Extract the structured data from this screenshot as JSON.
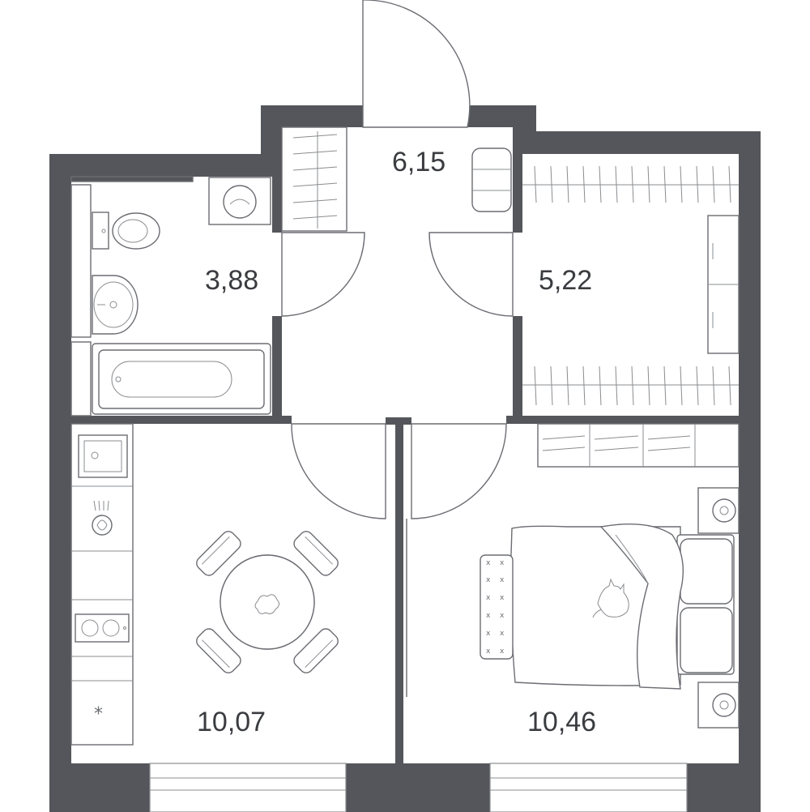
{
  "rooms": {
    "corridor": {
      "area": "6,15"
    },
    "bathroom": {
      "area": "3,88"
    },
    "wardrobe": {
      "area": "5,22"
    },
    "kitchen": {
      "area": "10,07"
    },
    "bedroom": {
      "area": "10,46"
    }
  },
  "colors": {
    "wall": "#54565b",
    "line": "#6b6d72",
    "background": "#ffffff"
  },
  "icons": [
    "washing-machine-icon",
    "toilet-icon",
    "sink-icon",
    "bathtub-icon",
    "kitchen-sink-icon",
    "hood-icon",
    "cooktop-icon",
    "fridge-icon",
    "dining-table-icon",
    "bed-icon",
    "cat-icon",
    "nightstand-lamp-icon",
    "shoe-rack-icon",
    "wardrobe-rails-icon"
  ]
}
